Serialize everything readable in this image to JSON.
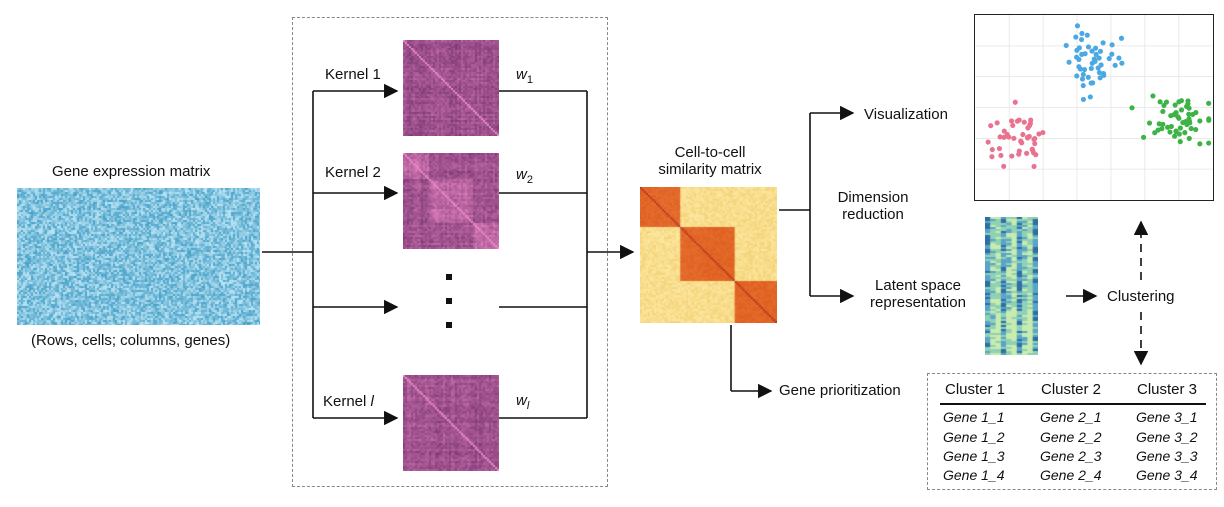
{
  "gene_expression": {
    "title": "Gene expression matrix",
    "caption": "(Rows, cells; columns, genes)",
    "color": "#6cb7d4"
  },
  "kernels": [
    {
      "label": "Kernel 1",
      "weight_base": "w",
      "weight_sub": "1",
      "blocks": [
        1.0
      ]
    },
    {
      "label": "Kernel 2",
      "weight_base": "w",
      "weight_sub": "2",
      "blocks": [
        0.28,
        0.44,
        0.28
      ]
    },
    {
      "label": "Kernel ",
      "label_italic": "l",
      "weight_base": "w",
      "weight_sub": "l",
      "blocks": [
        1.0
      ]
    }
  ],
  "kernel_color": "#9a4c7e",
  "similarity": {
    "title_line1": "Cell-to-cell",
    "title_line2": "similarity matrix",
    "blocks": [
      0.29,
      0.4,
      0.31
    ],
    "color_low": "#fde9a8",
    "color_high": "#e8622a"
  },
  "outputs": {
    "visualization": "Visualization",
    "dimension_line1": "Dimension",
    "dimension_line2": "reduction",
    "latent_line1": "Latent space",
    "latent_line2": "representation",
    "clustering": "Clustering",
    "gene_prioritization": "Gene prioritization"
  },
  "scatter": {
    "clusters": [
      {
        "color": "#e9728f",
        "center": [
          0.19,
          0.66
        ],
        "spread": [
          0.08,
          0.08
        ],
        "count": 45
      },
      {
        "color": "#4aa8e3",
        "center": [
          0.49,
          0.25
        ],
        "spread": [
          0.09,
          0.1
        ],
        "count": 50
      },
      {
        "color": "#3db346",
        "center": [
          0.86,
          0.57
        ],
        "spread": [
          0.08,
          0.09
        ],
        "count": 55
      }
    ]
  },
  "latent_colors": [
    "#2f6fa3",
    "#5ba4c9",
    "#8fd1b4",
    "#c8ecae"
  ],
  "gene_table": {
    "headers": [
      "Cluster 1",
      "Cluster 2",
      "Cluster 3"
    ],
    "rows": [
      [
        "Gene 1_1",
        "Gene 2_1",
        "Gene 3_1"
      ],
      [
        "Gene 1_2",
        "Gene 2_2",
        "Gene 3_2"
      ],
      [
        "Gene 1_3",
        "Gene 2_3",
        "Gene 3_3"
      ],
      [
        "Gene 1_4",
        "Gene 2_4",
        "Gene 3_4"
      ]
    ]
  }
}
